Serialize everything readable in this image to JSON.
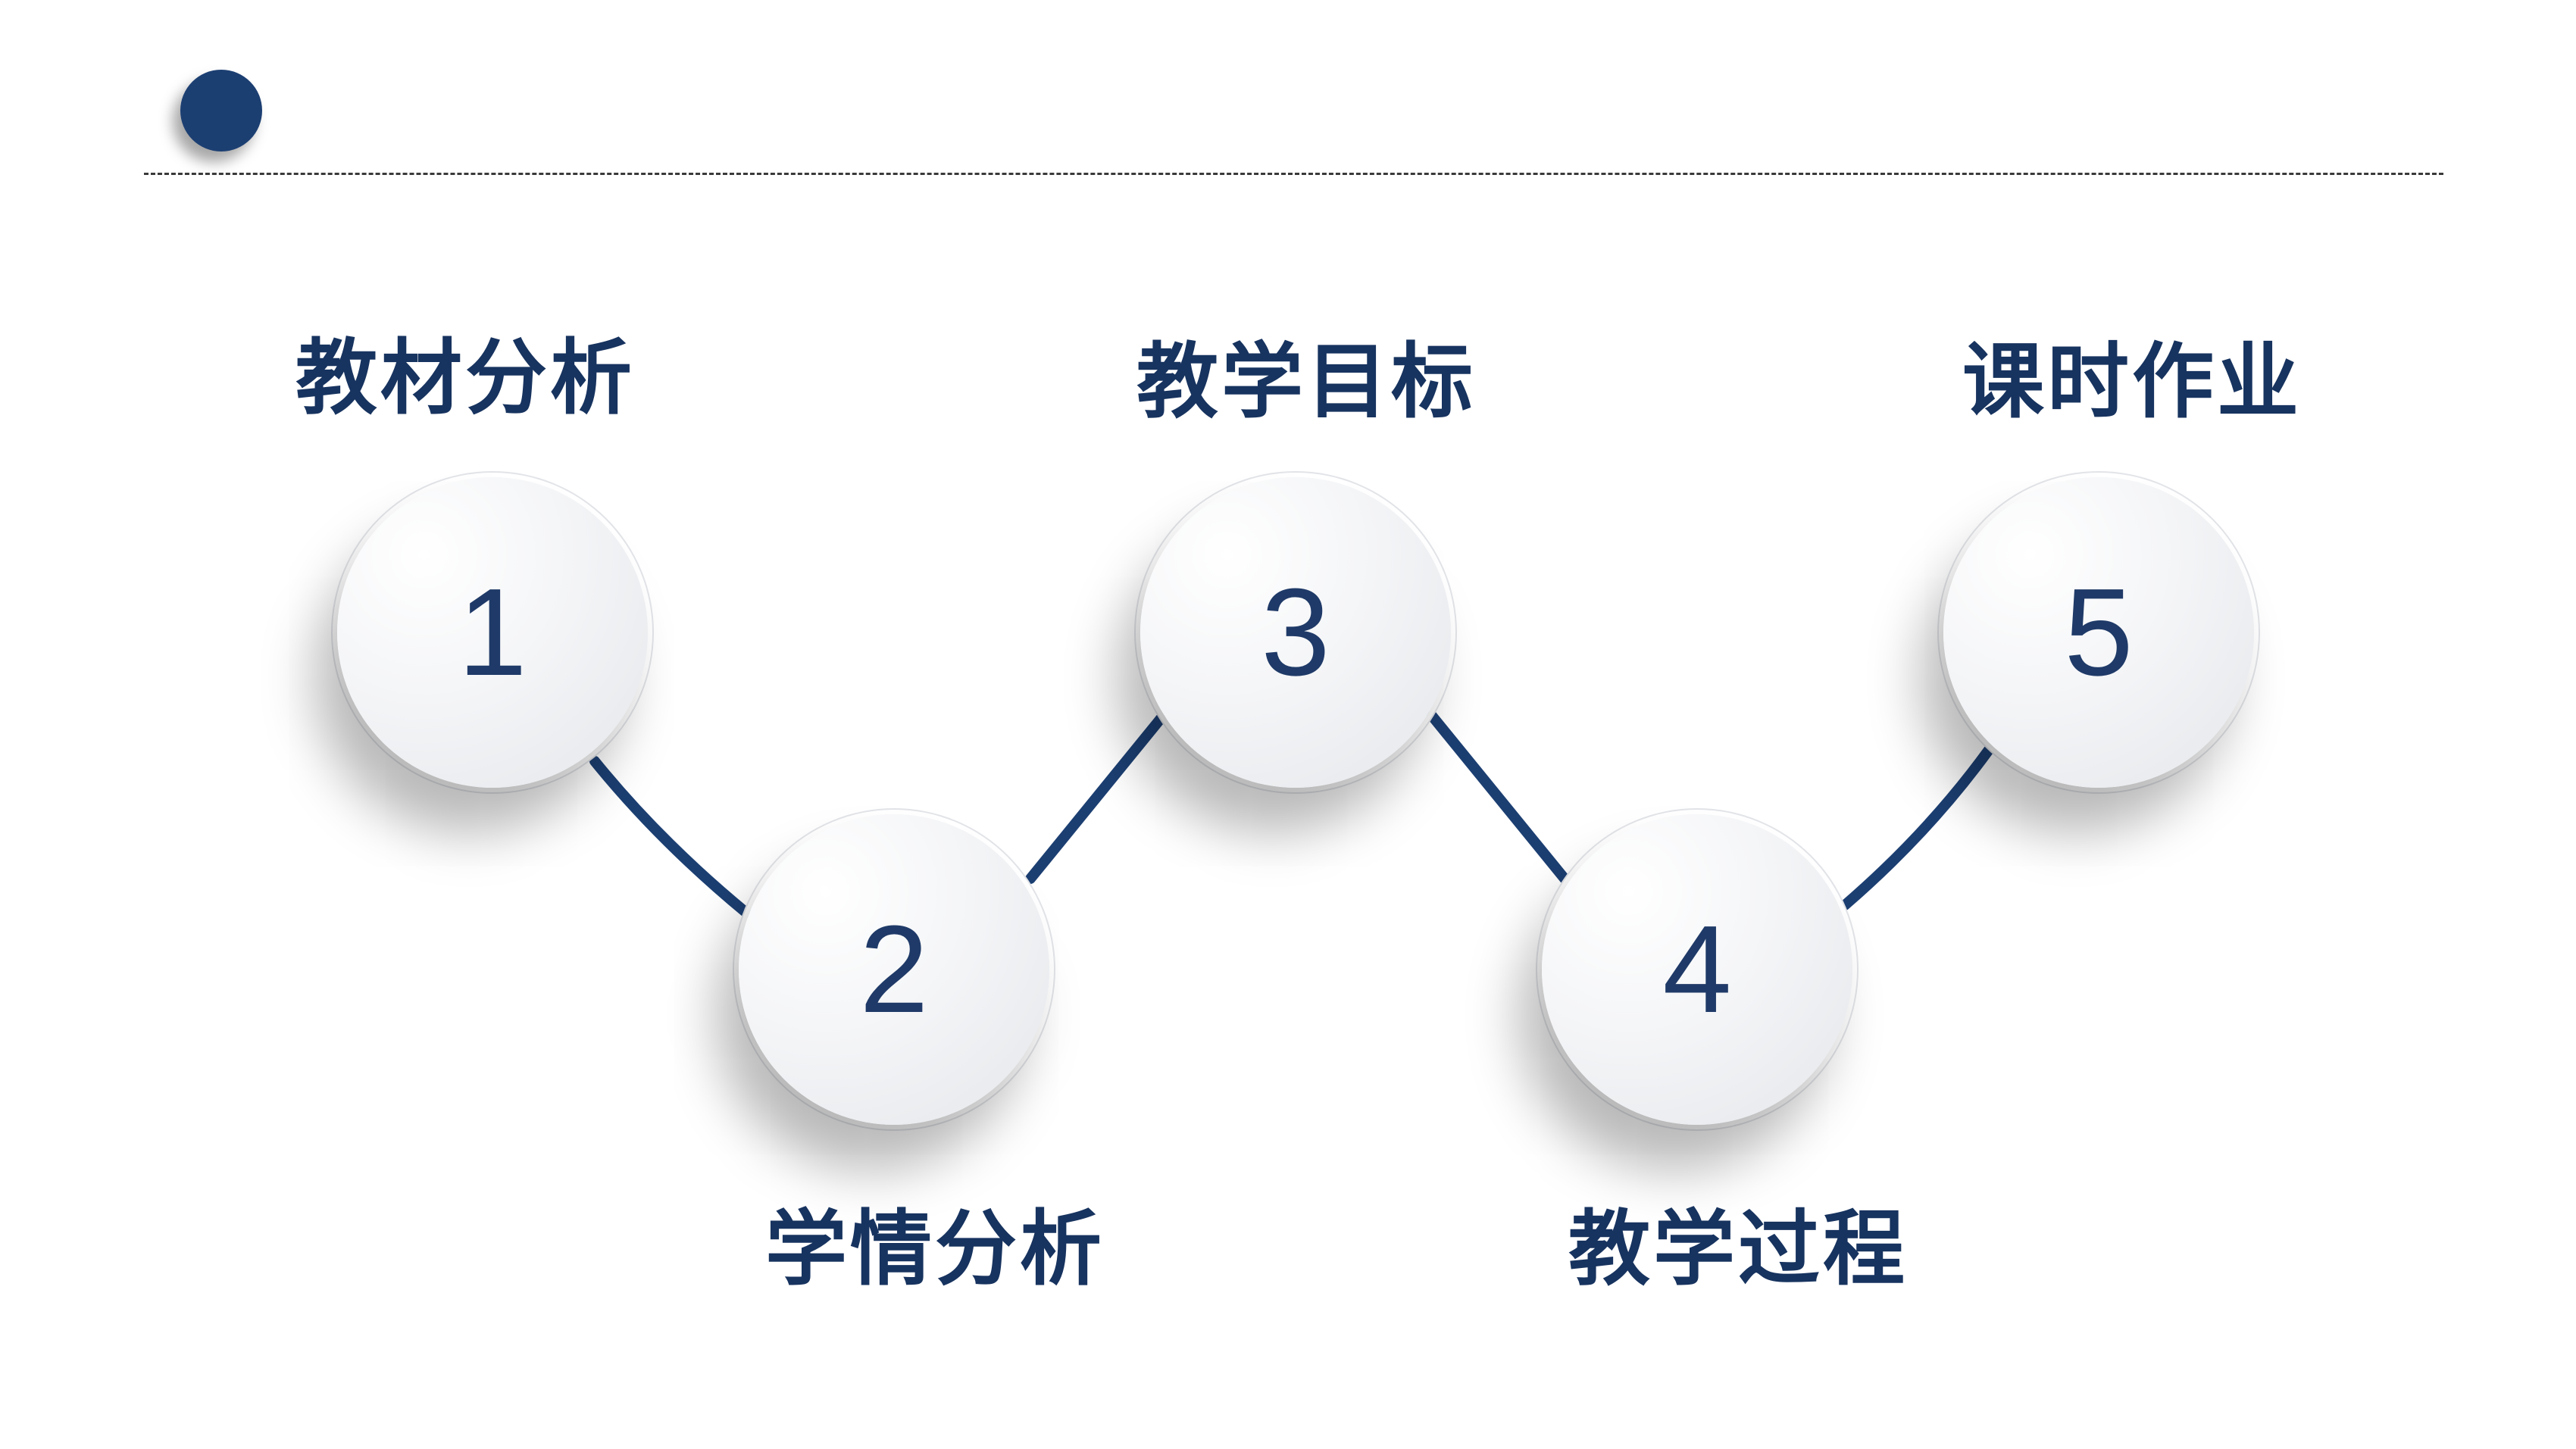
{
  "steps": [
    {
      "number": "1",
      "label": "教材分析"
    },
    {
      "number": "2",
      "label": "学情分析"
    },
    {
      "number": "3",
      "label": "教学目标"
    },
    {
      "number": "4",
      "label": "教学过程"
    },
    {
      "number": "5",
      "label": "课时作业"
    }
  ],
  "colors": {
    "accent": "#1c3f72",
    "text": "#17335f",
    "connector": "#1c3f72"
  }
}
